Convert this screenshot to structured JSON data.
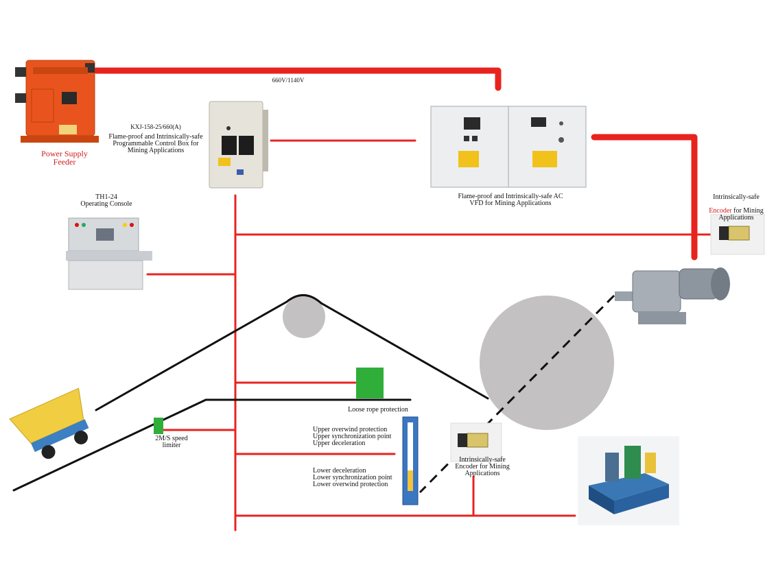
{
  "labels": {
    "voltage": "660V/1140V",
    "power_supply": "Power Supply\nFeeder",
    "control_box_model": "KXJ-158-25/660(A)",
    "control_box_desc": "Flame-proof and Intrinsically-safe\nProgrammable Control Box for\nMining Applications",
    "vfd_desc": "Flame-proof and Intrinsically-safe AC\nVFD for Mining Applications",
    "encoder_top_pre": "Intrinsically-safe",
    "encoder_top_red": "Encoder",
    "encoder_top_post": " for Mining\nApplications",
    "console_model": "TH1-24",
    "console_desc": "Operating Console",
    "loose_rope": "Loose rope protection",
    "speed_limiter": "2M/S speed\nlimiter",
    "upper_protections": "Upper overwind protection\nUpper synchronization point\nUpper deceleration",
    "lower_protections": "Lower deceleration\nLower synchronization point\nLower overwind protection",
    "encoder_bottom": "Intrinsically-safe\nEncoder for Mining\nApplications"
  },
  "colors": {
    "cable": "#e8231f",
    "rope": "#111111",
    "drum": "#c3c1c2",
    "switch_green": "#2fae39",
    "feeder_orange": "#e9541e"
  },
  "icons": {
    "power_supply": "explosion-proof-switchgear",
    "control_box": "control-cabinet",
    "vfd": "vfd-cabinet",
    "encoder": "rotary-encoder",
    "console": "operator-console",
    "motor": "geared-motor",
    "hydraulic": "hydraulic-station",
    "skip": "mine-car",
    "depth_indicator": "depth-indicator-column"
  }
}
